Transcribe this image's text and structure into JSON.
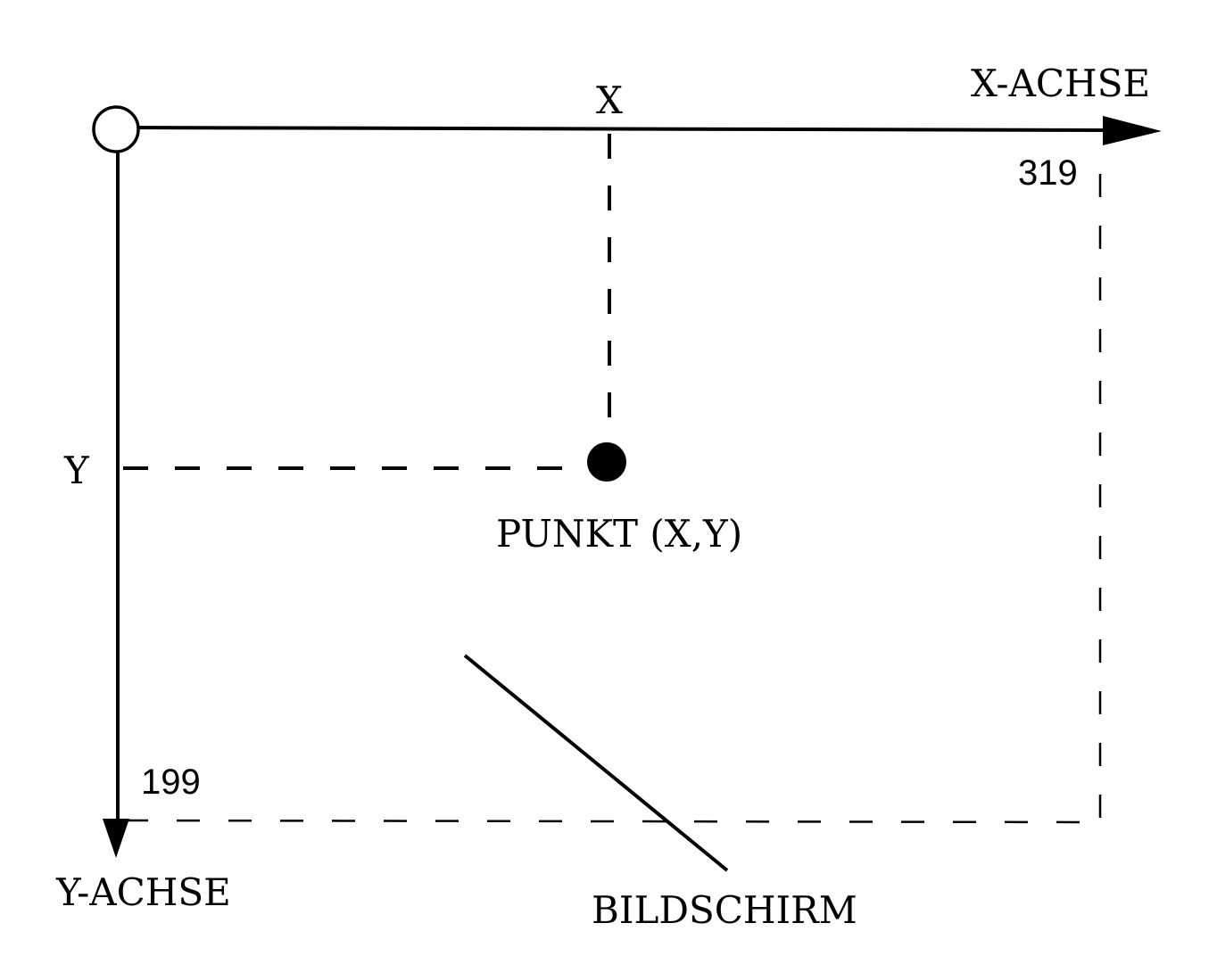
{
  "labels": {
    "x_axis": "X-ACHSE",
    "y_axis": "Y-ACHSE",
    "x": "X",
    "y": "Y",
    "x_max": "319",
    "y_max": "199",
    "point": "PUNKT (X,Y)",
    "screen": "BILDSCHIRM"
  },
  "colors": {
    "ink": "#000000",
    "paper": "#ffffff"
  }
}
